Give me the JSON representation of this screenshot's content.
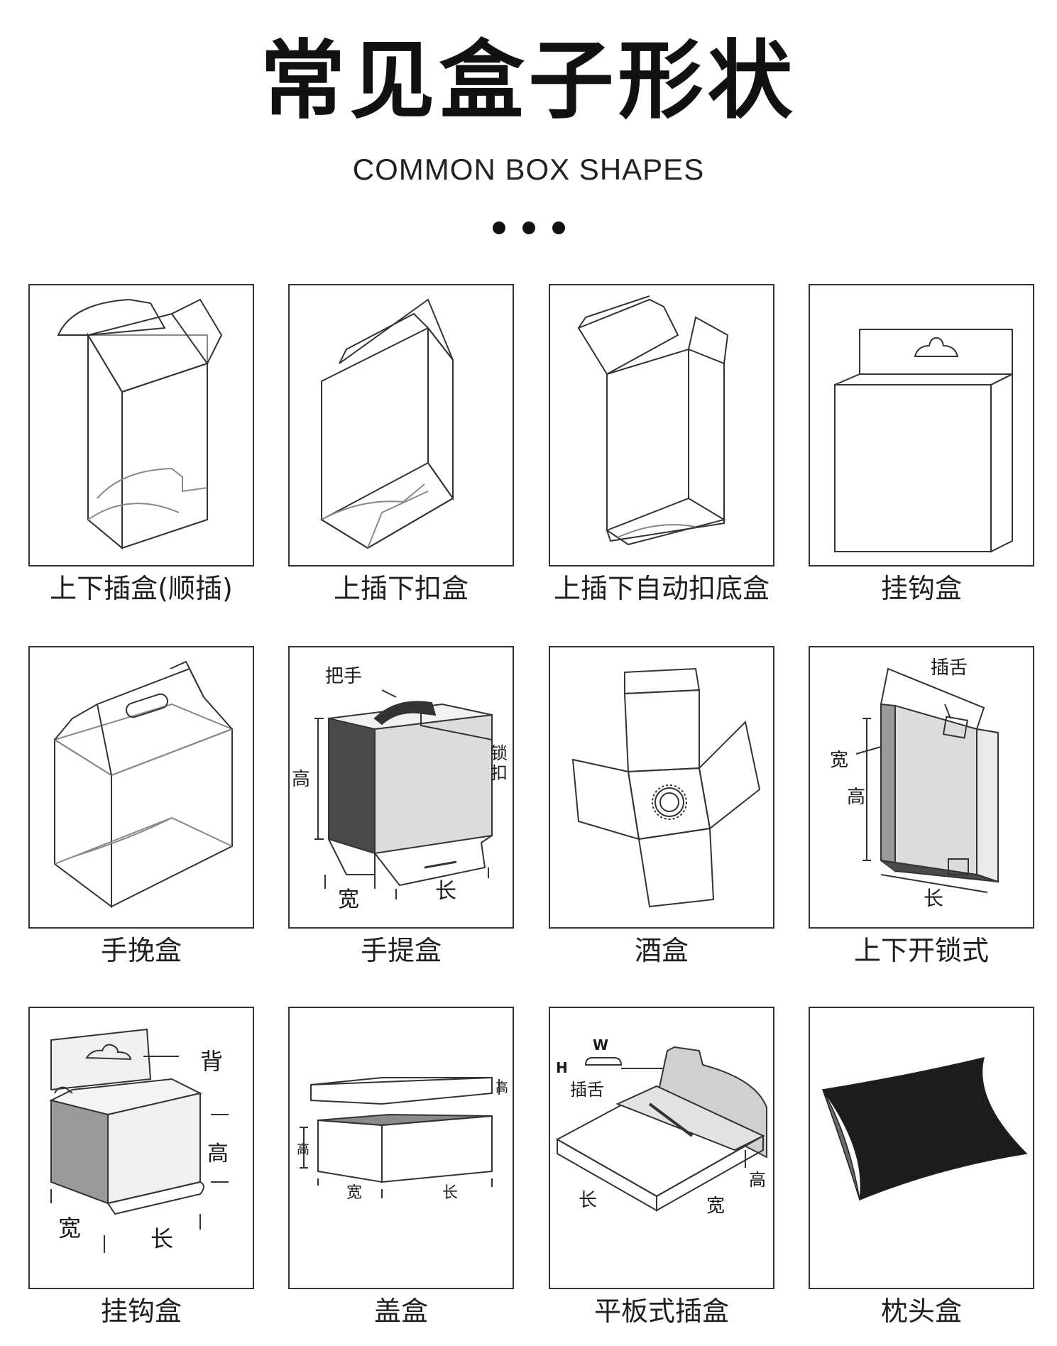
{
  "header": {
    "title": "常见盒子形状",
    "subtitle": "COMMON BOX SHAPES"
  },
  "boxes": [
    {
      "label": "上下插盒(顺插)"
    },
    {
      "label": "上插下扣盒"
    },
    {
      "label": "上插下自动扣底盒"
    },
    {
      "label": "挂钩盒"
    },
    {
      "label": "手挽盒"
    },
    {
      "label": "手提盒",
      "annotations": {
        "handle": "把手",
        "lock": "锁扣",
        "height": "高",
        "width": "宽",
        "length": "长"
      }
    },
    {
      "label": "酒盒"
    },
    {
      "label": "上下开锁式",
      "annotations": {
        "tongue": "插舌",
        "width": "宽",
        "height": "高",
        "length": "长"
      }
    },
    {
      "label": "挂钩盒",
      "annotations": {
        "back": "背",
        "height": "高",
        "width": "宽",
        "length": "长"
      }
    },
    {
      "label": "盖盒",
      "annotations": {
        "height_top": "高",
        "height_bottom": "高",
        "width": "宽",
        "length": "长"
      }
    },
    {
      "label": "平板式插盒",
      "annotations": {
        "w": "W",
        "h": "H",
        "tongue": "插舌",
        "height": "高",
        "length": "长",
        "width": "宽"
      }
    },
    {
      "label": "枕头盒"
    }
  ],
  "colors": {
    "line": "#333333",
    "dark_face": "#4a4a4a",
    "mid_face": "#9a9a9a",
    "light_face": "#dcdcdc",
    "pillow": "#1c1c1c"
  }
}
